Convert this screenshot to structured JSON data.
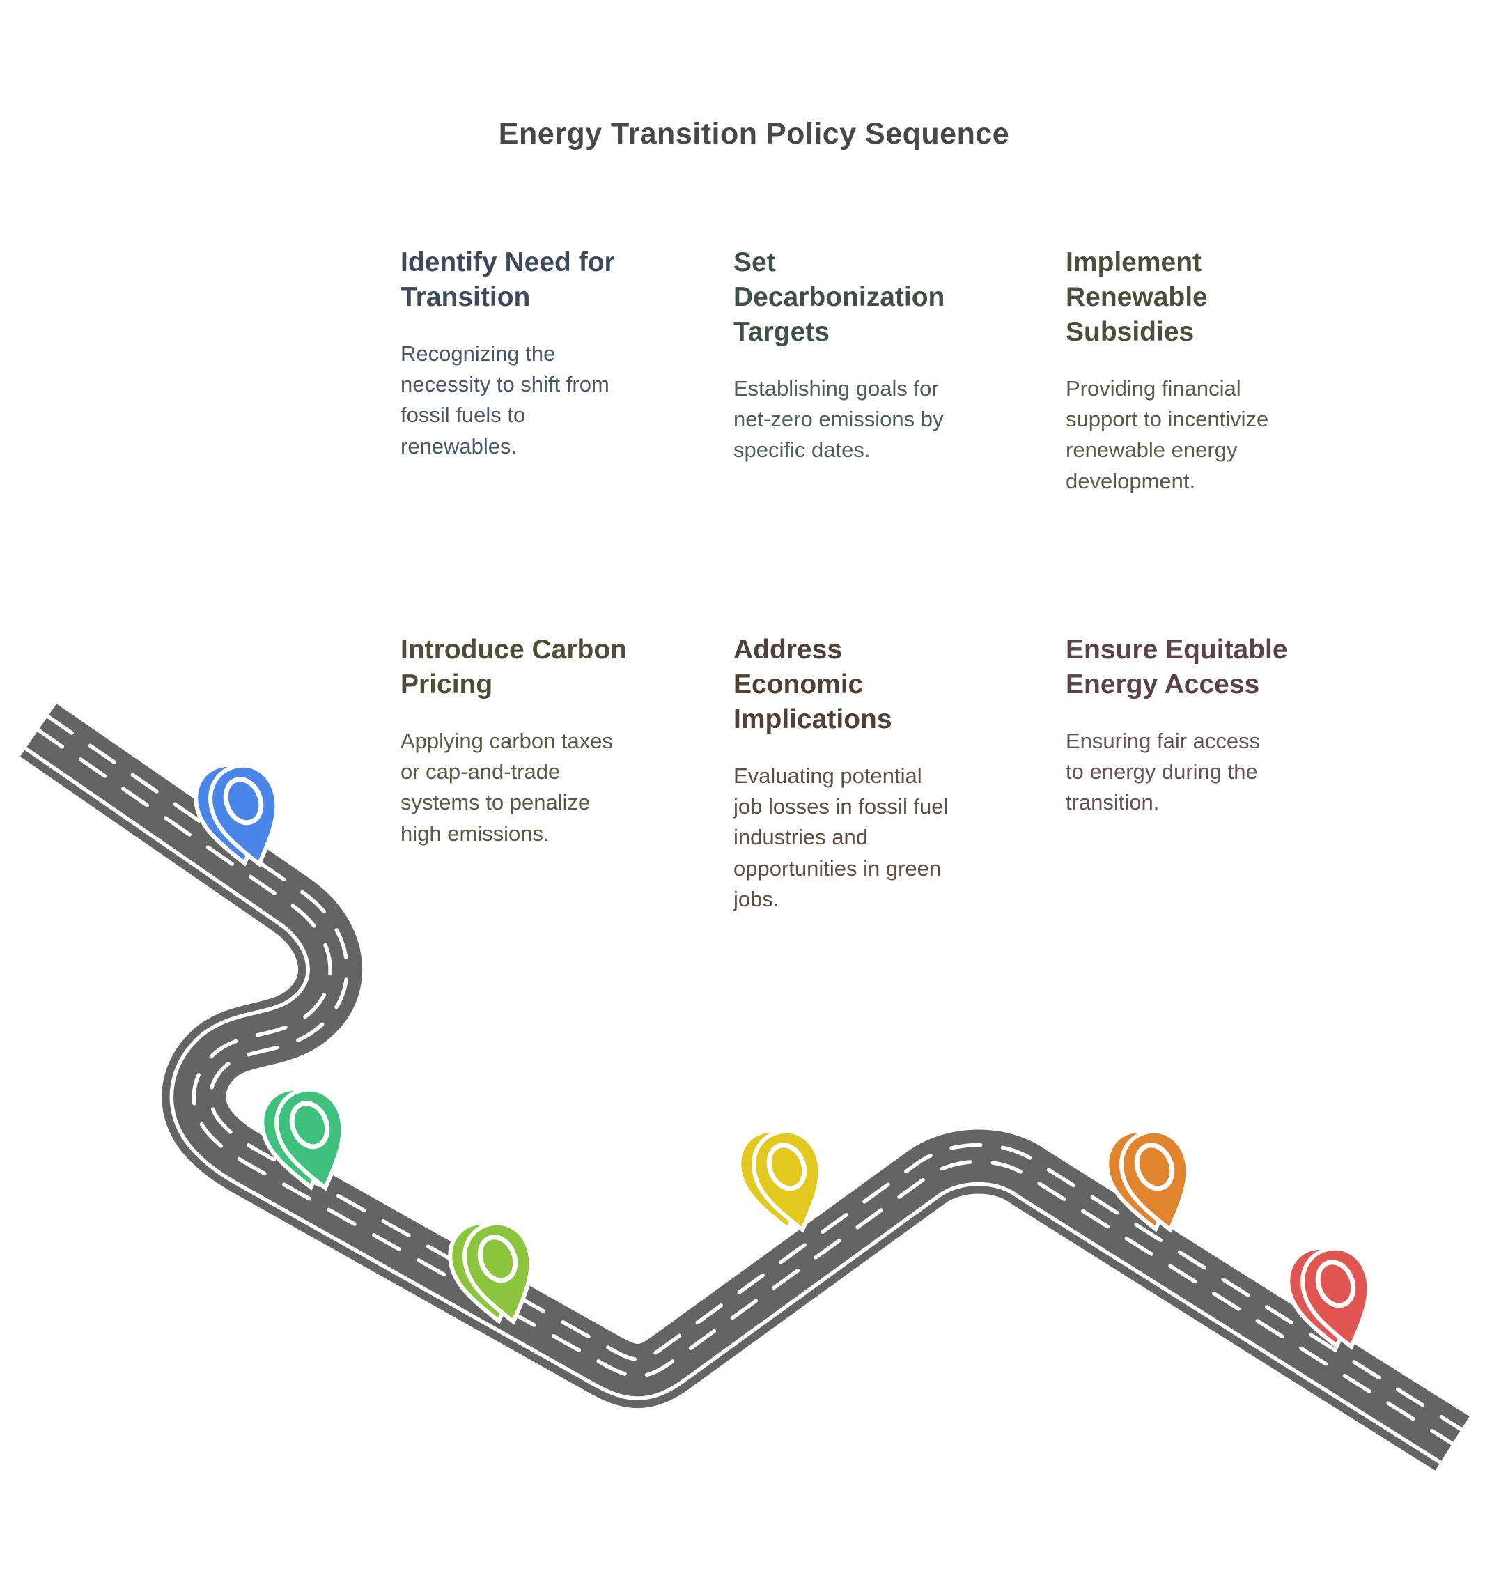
{
  "title": "Energy Transition Policy Sequence",
  "colors": {
    "background": "#ffffff",
    "title": "#484848",
    "road_asphalt": "#646464",
    "road_marking": "#ffffff",
    "pin_outline": "#ffffff"
  },
  "steps": [
    {
      "heading": "Identify Need for Transition",
      "description": "Recognizing the necessity to shift from fossil fuels to renewables.",
      "heading_color": "#3d4a5c",
      "body_color": "#4a5568",
      "pin_color": "#4a86e8"
    },
    {
      "heading": "Set Decarbonization Targets",
      "description": "Establishing goals for net-zero emissions by specific dates.",
      "heading_color": "#3f5046",
      "body_color": "#4d5f54",
      "pin_color": "#3ec17d"
    },
    {
      "heading": "Implement Renewable Subsidies",
      "description": "Providing financial support to incentivize renewable energy development.",
      "heading_color": "#4c4e3a",
      "body_color": "#595b46",
      "pin_color": "#8bc53e"
    },
    {
      "heading": "Introduce Carbon Pricing",
      "description": "Applying carbon taxes or cap-and-trade systems to penalize high emissions.",
      "heading_color": "#4f4c35",
      "body_color": "#5c5842",
      "pin_color": "#e2c81f"
    },
    {
      "heading": "Address Economic Implications",
      "description": "Evaluating potential job losses in fossil fuel industries and opportunities in green jobs.",
      "heading_color": "#4e4138",
      "body_color": "#5d4d43",
      "pin_color": "#e0842e"
    },
    {
      "heading": "Ensure Equitable Energy Access",
      "description": "Ensuring fair access to energy during the transition.",
      "heading_color": "#59424a",
      "body_color": "#665058",
      "pin_color": "#e15652"
    }
  ]
}
